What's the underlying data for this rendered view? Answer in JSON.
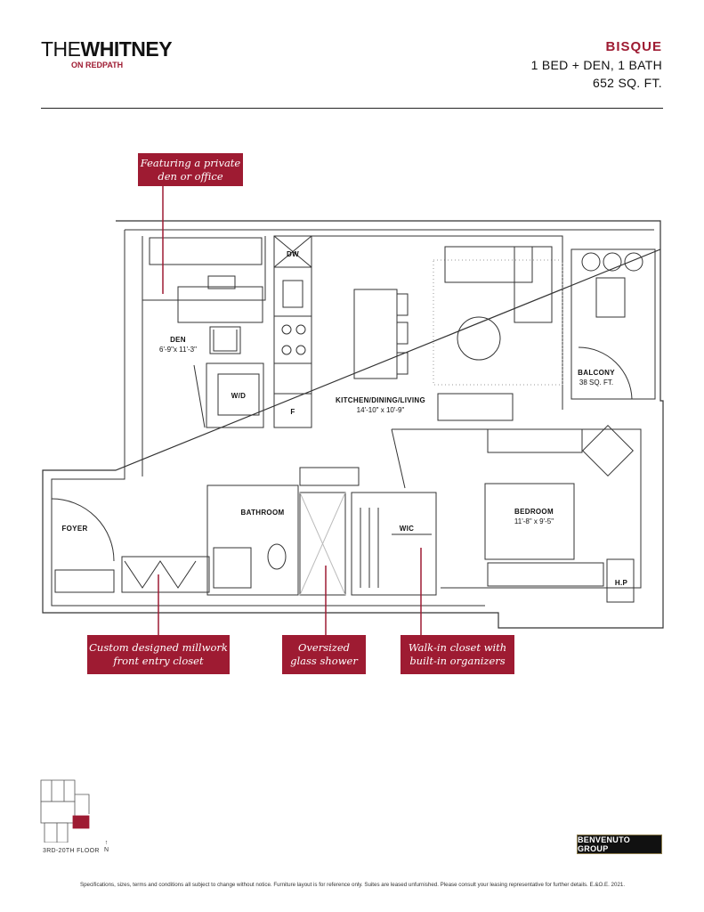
{
  "header": {
    "logo_part1": "THE",
    "logo_part2": "WHITNEY",
    "logo_sub": "ON REDPATH",
    "suite_name": "BISQUE",
    "suite_type": "1 BED + DEN, 1 BATH",
    "suite_area": "652 SQ. FT."
  },
  "rooms": {
    "den": {
      "label": "DEN",
      "dim": "6'-9\"x 11'-3\""
    },
    "wd": {
      "label": "W/D"
    },
    "dw": {
      "label": "DW"
    },
    "fridge": {
      "label": "F"
    },
    "kitchen": {
      "label": "KITCHEN/DINING/LIVING",
      "dim": "14'-10\" x 10'-9\""
    },
    "balcony": {
      "label": "BALCONY",
      "dim": "38 SQ. FT."
    },
    "bedroom": {
      "label": "BEDROOM",
      "dim": "11'-8\" x 9'-5\""
    },
    "bathroom": {
      "label": "BATHROOM"
    },
    "wic": {
      "label": "WIC"
    },
    "foyer": {
      "label": "FOYER"
    },
    "hp": {
      "label": "H.P"
    }
  },
  "callouts": [
    {
      "line1": "Featuring a private",
      "line2": "den or office"
    },
    {
      "line1": "Custom designed millwork",
      "line2": "front entry closet"
    },
    {
      "line1": "Oversized",
      "line2": "glass shower"
    },
    {
      "line1": "Walk-in closet with",
      "line2": "built-in organizers"
    }
  ],
  "keyplan": {
    "floors": "3RD-20TH FLOOR",
    "north": "N"
  },
  "brand": "BENVENUTO GROUP",
  "disclaimer": "Specifications, sizes, terms and conditions all subject to change without notice. Furniture layout is for reference only. Suites are leased unfurnished. Please consult your leasing representative for further details. E.&O.E. 2021.",
  "colors": {
    "accent": "#9e1b32",
    "line": "#333333"
  }
}
